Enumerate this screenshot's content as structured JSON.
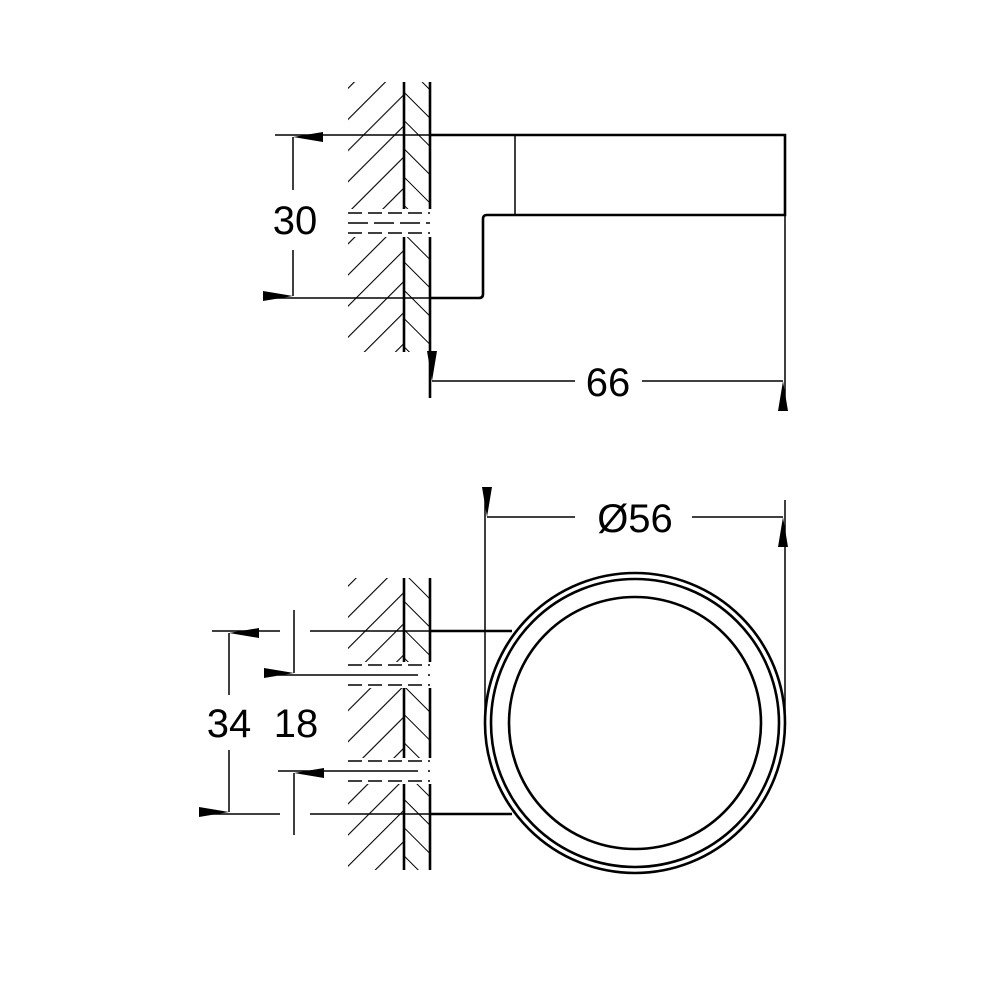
{
  "drawing": {
    "side_view": {
      "height_label": "30",
      "depth_label": "66"
    },
    "top_view": {
      "diameter_label": "Ø56",
      "outer_height_label": "34",
      "inner_height_label": "18"
    },
    "colors": {
      "line": "#000000",
      "background": "#ffffff"
    }
  }
}
